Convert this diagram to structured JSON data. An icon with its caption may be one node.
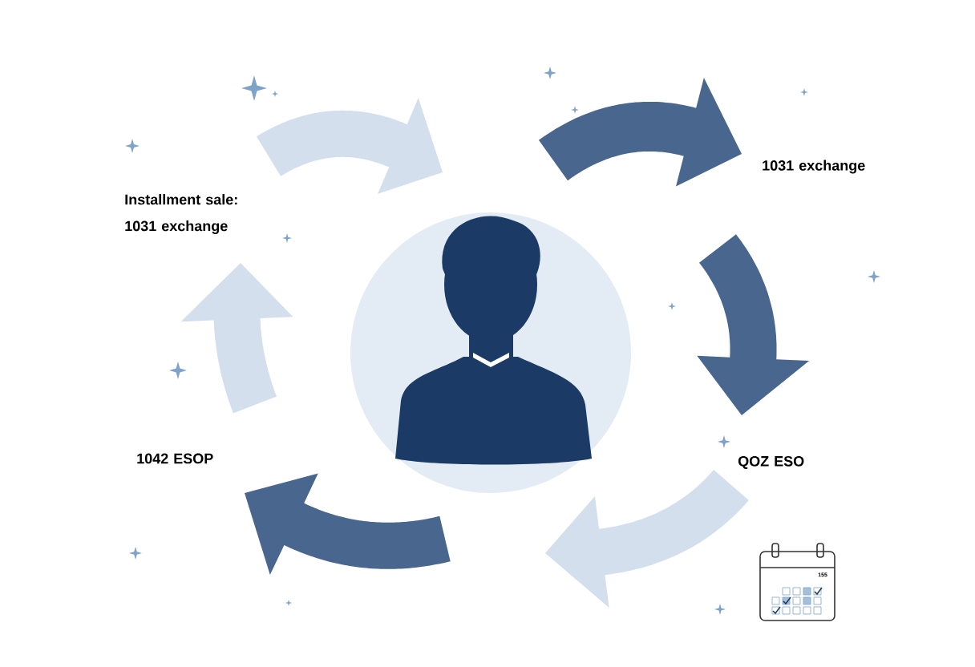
{
  "diagram": {
    "labels": [
      "Installment sale: 1031 exchange",
      "1031 exchange",
      "1042 ESOP",
      "QOZ ESO",
      "155"
    ]
  }
}
